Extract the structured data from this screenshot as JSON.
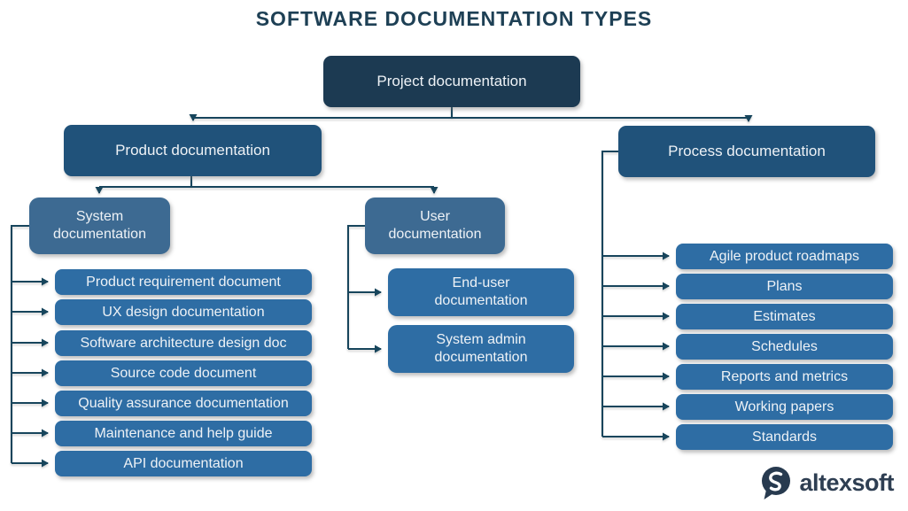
{
  "title": "SOFTWARE DOCUMENTATION TYPES",
  "nodes": {
    "root": "Project documentation",
    "product": "Product documentation",
    "process": "Process documentation",
    "system": "System documentation",
    "user": "User documentation"
  },
  "system_leaves": [
    "Product requirement document",
    "UX design documentation",
    "Software architecture design doc",
    "Source code document",
    "Quality assurance documentation",
    "Maintenance and help guide",
    "API documentation"
  ],
  "user_leaves": [
    "End-user documentation",
    "System admin documentation"
  ],
  "process_leaves": [
    "Agile product roadmaps",
    "Plans",
    "Estimates",
    "Schedules",
    "Reports and metrics",
    "Working papers",
    "Standards"
  ],
  "logo": {
    "text": "altexsoft",
    "icon": "altexsoft-swirl-icon"
  },
  "colors": {
    "root_box": "#1c3a52",
    "branch_box": "#20527a",
    "group_box": "#3d6a92",
    "leaf_box": "#2e6da4",
    "connector": "#17455c",
    "title_text": "#1e4055",
    "box_text": "#eef2f6",
    "logo_text": "#2e3e52"
  }
}
